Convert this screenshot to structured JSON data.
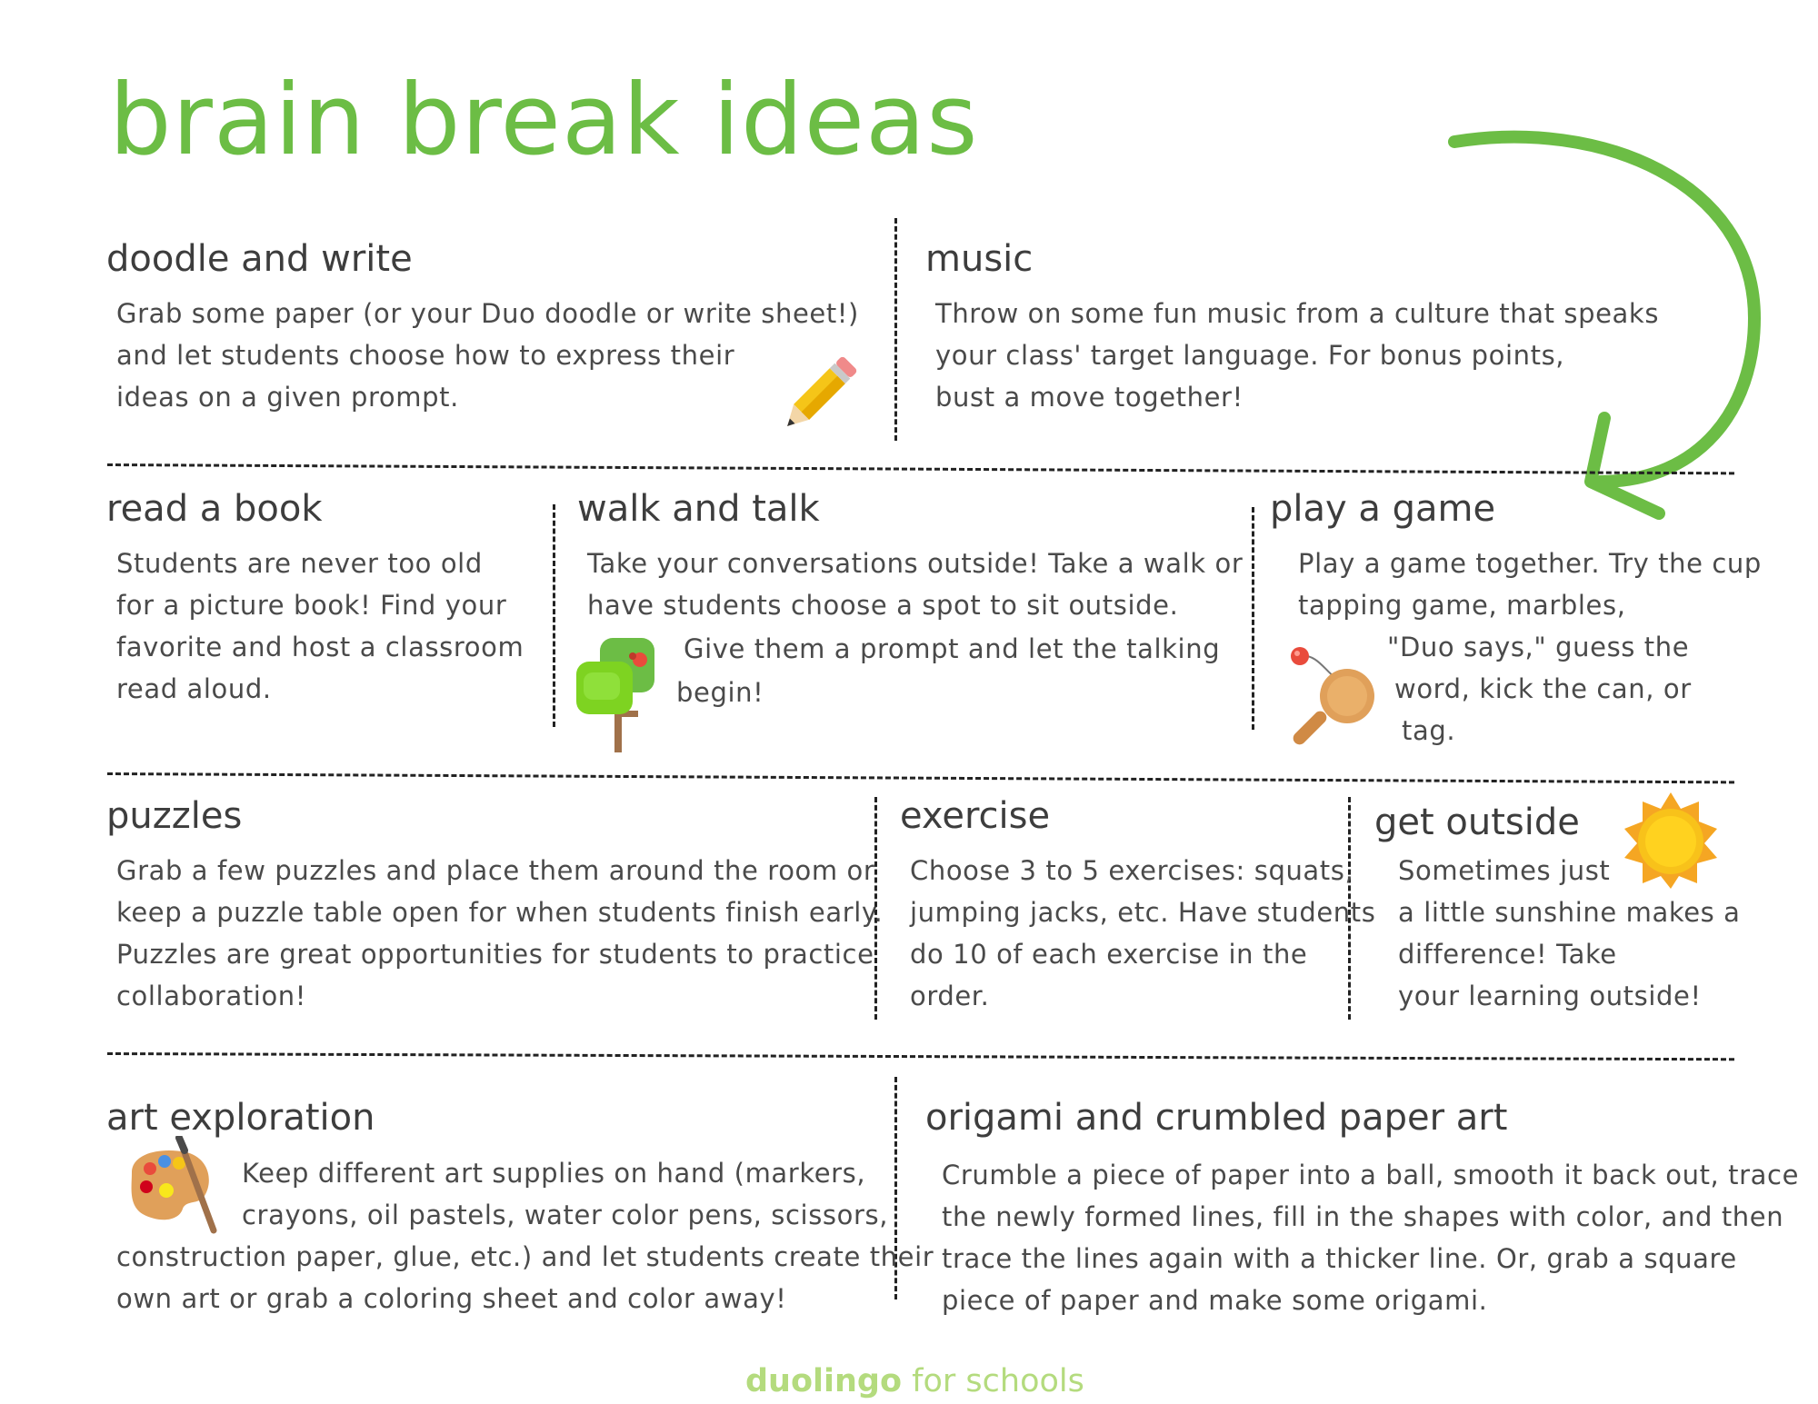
{
  "title": "brain break ideas",
  "sections": {
    "doodle": {
      "heading": "doodle and write",
      "lines": [
        "Grab some paper (or your Duo doodle or write sheet!)",
        "and let students choose how to express their",
        "ideas on a given prompt."
      ],
      "icon": "pencil-icon"
    },
    "music": {
      "heading": "music",
      "lines": [
        "Throw on some fun music from a culture that speaks",
        "your class' target language. For bonus points,",
        "bust a move together!"
      ]
    },
    "read": {
      "heading": "read a book",
      "lines": [
        "Students are never too old",
        "for a picture book! Find your",
        "favorite and host a classroom",
        "read aloud."
      ]
    },
    "walk": {
      "heading": "walk and talk",
      "lines": [
        "Take your conversations outside! Take a walk or",
        "have students choose a spot to sit outside.",
        "Give them a prompt and let the talking",
        "begin!"
      ],
      "icon": "tree-icon"
    },
    "game": {
      "heading": "play a game",
      "lines": [
        "Play a game together. Try the cup",
        "tapping game, marbles,",
        "\"Duo says,\" guess the",
        "word, kick the can, or",
        "tag."
      ],
      "icon": "paddle-ball-icon"
    },
    "puzzles": {
      "heading": "puzzles",
      "lines": [
        "Grab a few puzzles and place them around the room or",
        "keep a puzzle table open for when students finish early.",
        "Puzzles are great opportunities for students to practice",
        "collaboration!"
      ]
    },
    "exercise": {
      "heading": "exercise",
      "lines": [
        "Choose 3 to 5 exercises: squats,",
        "jumping jacks, etc. Have students",
        "do 10 of each exercise in the",
        "order."
      ]
    },
    "outside": {
      "heading": "get outside",
      "lines": [
        "Sometimes just",
        "a little sunshine makes a",
        "difference! Take",
        "your learning outside!"
      ],
      "icon": "sun-icon"
    },
    "art": {
      "heading": "art exploration",
      "lines": [
        "Keep different art supplies on hand (markers,",
        "crayons, oil pastels, water color pens, scissors,",
        "construction paper, glue, etc.) and let students create their",
        "own art or grab a coloring sheet and color away!"
      ],
      "icon": "palette-icon"
    },
    "origami": {
      "heading": "origami and crumbled paper art",
      "lines": [
        "Crumble a piece of paper into a ball, smooth it back out, trace",
        "the newly formed lines, fill in the shapes with color, and then",
        "trace the lines again with a thicker line. Or, grab a square",
        "piece of paper and make some origami."
      ]
    }
  },
  "footer": {
    "brand": "duolingo",
    "suffix": " for schools"
  },
  "colors": {
    "title": "#6cbd45",
    "arrow": "#6cbd45",
    "footer": "#b4db7e"
  }
}
